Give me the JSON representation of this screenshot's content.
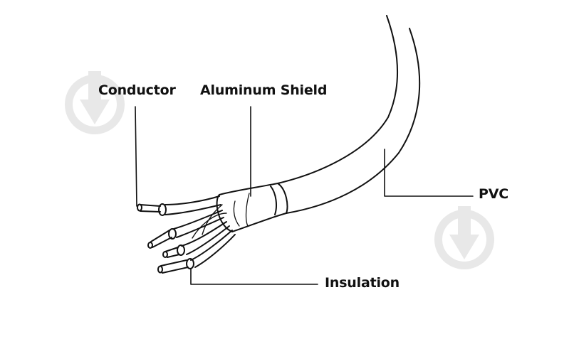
{
  "labels": {
    "conductor": "Conductor",
    "aluminum_shield": "Aluminum Shield",
    "pvc": "PVC",
    "insulation": "Insulation"
  },
  "colors": {
    "stroke": "#111111",
    "watermark": "#e6e6e6",
    "background": "#ffffff"
  },
  "icons": [
    "download-watermark-icon",
    "download-watermark-icon"
  ]
}
